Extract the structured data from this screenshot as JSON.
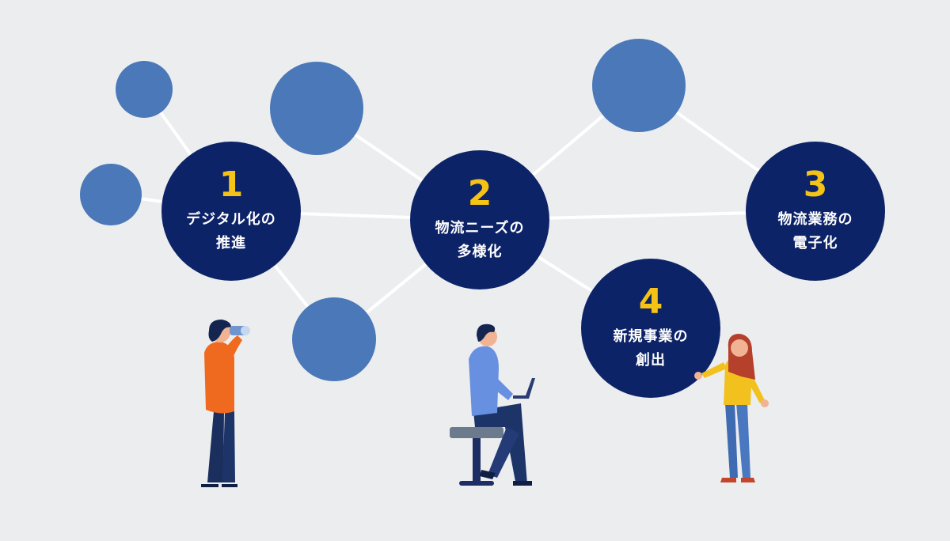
{
  "colors": {
    "background": "#ecedef",
    "main_node": "#0d2368",
    "sub_node": "#4a78b8",
    "connector": "#ffffff",
    "number": "#f4c316"
  },
  "nodes": [
    {
      "number": "1",
      "line1": "デジタル化の",
      "line2": "推進"
    },
    {
      "number": "2",
      "line1": "物流ニーズの",
      "line2": "多様化"
    },
    {
      "number": "3",
      "line1": "物流業務の",
      "line2": "電子化"
    },
    {
      "number": "4",
      "line1": "新規事業の",
      "line2": "創出"
    }
  ],
  "illustrations": [
    {
      "icon": "person-with-binoculars-icon"
    },
    {
      "icon": "person-on-stool-with-laptop-icon"
    },
    {
      "icon": "woman-presenting-icon"
    }
  ]
}
